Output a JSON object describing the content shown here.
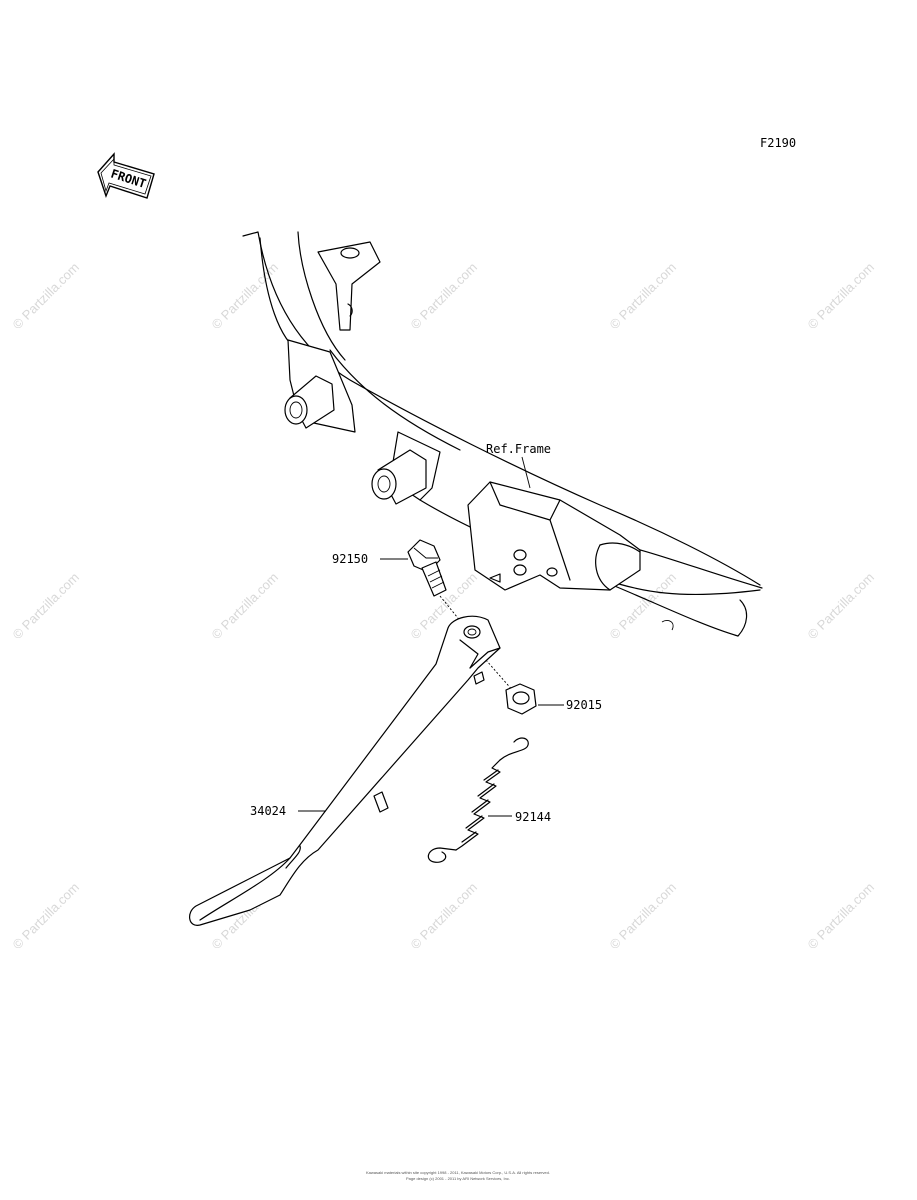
{
  "figure_code": "F2190",
  "front_badge": "FRONT",
  "ref_label": "Ref.Frame",
  "callouts": {
    "bolt": "92150",
    "nut": "92015",
    "spring": "92144",
    "stand": "34024"
  },
  "watermark": "© Partzilla.com",
  "footer": {
    "line1": "Kawasaki materials within site copyright 1998 - 2011, Kawasaki Motors Corp., U.S.A. All rights reserved.",
    "line2": "Page design (c) 2001 - 2011 by ARI Network Services, Inc."
  },
  "colors": {
    "line": "#000000",
    "watermark": "#d8d8d8",
    "background": "#ffffff"
  }
}
